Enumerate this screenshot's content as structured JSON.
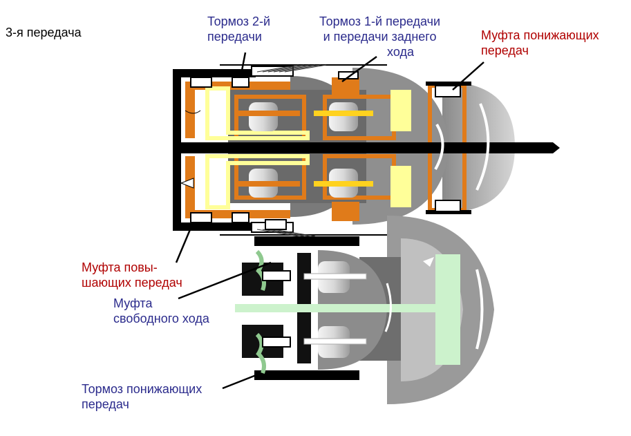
{
  "title": "3-я передача",
  "labels": {
    "brake2": [
      "Тормоз 2-й",
      "передачи"
    ],
    "brake1": [
      "Тормоз 1-й передачи",
      "и передачи заднего",
      "хода"
    ],
    "clutch_down": [
      "Муфта понижающих",
      "передач"
    ],
    "clutch_up": [
      "Муфта повы-",
      "шающих передач"
    ],
    "freewheel": [
      "Муфта",
      "свободного хода"
    ],
    "brake_down": [
      "Тормоз понижающих",
      "передач"
    ]
  },
  "colors": {
    "orange": "#e07b1a",
    "black": "#000000",
    "gray": "#9a9a9a",
    "darkgray": "#555555",
    "yellow": "#ffff99",
    "lightgreen": "#ccf2cc",
    "label_blue": "#2b2b8c",
    "label_red": "#b00000"
  }
}
